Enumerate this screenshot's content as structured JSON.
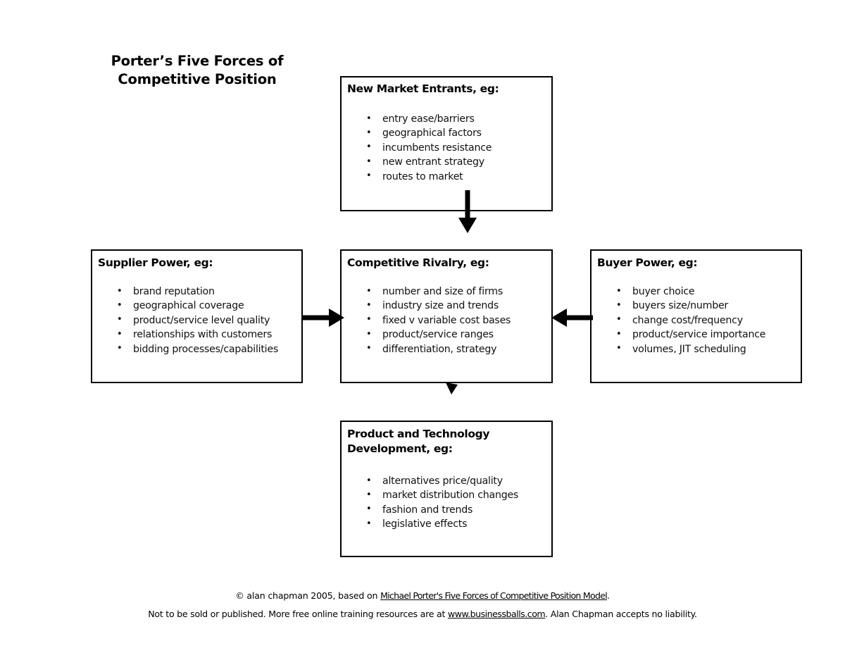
{
  "diagram": {
    "title": "Porter’s Five Forces of\nCompetitive Position",
    "boxes": {
      "entrants": {
        "heading": "New Market Entrants, eg:",
        "items": [
          "entry ease/barriers",
          "geographical factors",
          "incumbents resistance",
          "new entrant strategy",
          "routes to market"
        ]
      },
      "supplier": {
        "heading": "Supplier Power, eg:",
        "items": [
          "brand reputation",
          "geographical coverage",
          "product/service level quality",
          "relationships with customers",
          "bidding processes/capabilities"
        ]
      },
      "rivalry": {
        "heading": "Competitive Rivalry, eg:",
        "items": [
          "number and size of firms",
          "industry size and trends",
          "fixed v variable cost bases",
          "product/service ranges",
          "differentiation, strategy"
        ]
      },
      "buyer": {
        "heading": "Buyer Power, eg:",
        "items": [
          "buyer choice",
          "buyers size/number",
          "change cost/frequency",
          "product/service importance",
          "volumes, JIT scheduling"
        ]
      },
      "product": {
        "heading": "Product and Technology\nDevelopment, eg:",
        "items": [
          "alternatives price/quality",
          "market distribution changes",
          "fashion and trends",
          "legislative effects"
        ]
      }
    },
    "arrows": [
      {
        "name": "arrow-entrants-to-rivalry",
        "direction": "down"
      },
      {
        "name": "arrow-supplier-to-rivalry",
        "direction": "right"
      },
      {
        "name": "arrow-buyer-to-rivalry",
        "direction": "left"
      },
      {
        "name": "arrow-rivalry-to-product",
        "direction": "down"
      }
    ],
    "colors": {
      "stroke": "#000000",
      "background": "#ffffff",
      "text": "#000000"
    }
  },
  "footer": {
    "line1_prefix": "© alan chapman 2005, based on ",
    "line1_link": "Michael Porter's Five Forces of Competitive Position Model",
    "line1_suffix": ".",
    "line2_prefix": "Not to be sold or published.  More free online training resources are at ",
    "line2_link": "www.businessballs.com",
    "line2_suffix": ".  Alan Chapman accepts no liability."
  }
}
